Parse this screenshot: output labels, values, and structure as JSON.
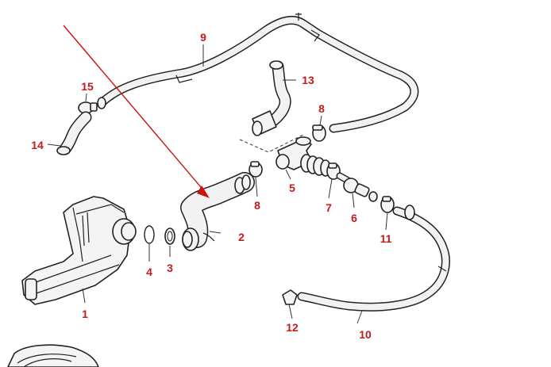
{
  "colors": {
    "callout": "#c41a1a",
    "line": "#222222",
    "highlight": "#cc1111"
  },
  "callouts": {
    "c1": "1",
    "c2": "2",
    "c3": "3",
    "c4": "4",
    "c5": "5",
    "c6": "6",
    "c7": "7",
    "c8a": "8",
    "c8b": "8",
    "c9": "9",
    "c10": "10",
    "c11": "11",
    "c12": "12",
    "c13": "13",
    "c14": "14",
    "c15": "15"
  }
}
